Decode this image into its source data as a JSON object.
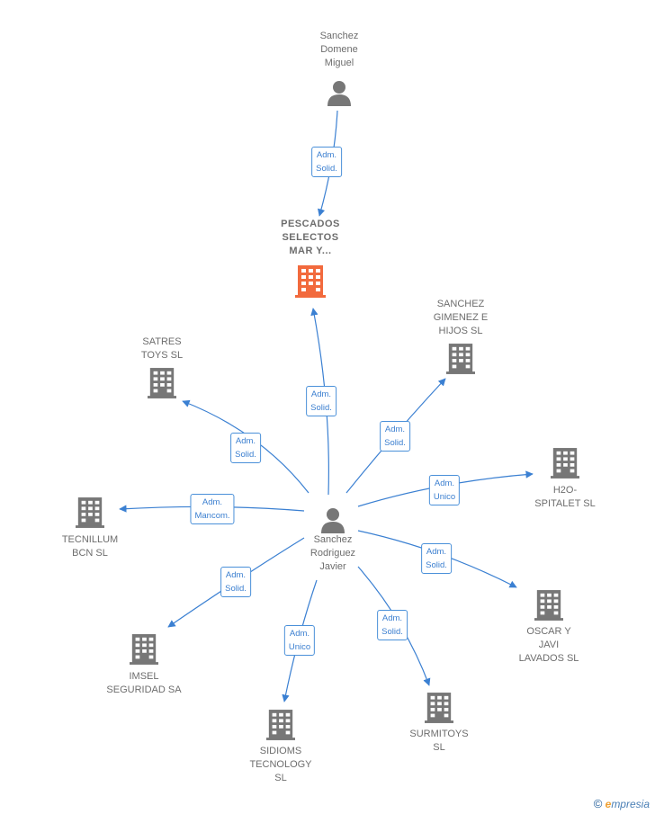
{
  "colors": {
    "edge": "#3b80d2",
    "node": "#777777",
    "focus": "#f26a3d",
    "edge_label_text": "#3b7fd0"
  },
  "people": {
    "top": {
      "name": "Sanchez\nDomene\nMiguel"
    },
    "center": {
      "name": "Sanchez\nRodriguez\nJavier"
    }
  },
  "companies": {
    "focus": {
      "name": "PESCADOS\nSELECTOS\nMAR Y..."
    },
    "satres": {
      "name": "SATRES\nTOYS  SL"
    },
    "sanchez_gimenez": {
      "name": "SANCHEZ\nGIMENEZ E\nHIJOS  SL"
    },
    "tecnillum": {
      "name": "TECNILLUM\nBCN  SL"
    },
    "h2o": {
      "name": "H2O-\nSPITALET  SL"
    },
    "imsel": {
      "name": "IMSEL\nSEGURIDAD SA"
    },
    "oscar": {
      "name": "OSCAR Y\nJAVI\nLAVADOS  SL"
    },
    "sidioms": {
      "name": "SIDIOMS\nTECNOLOGY\nSL"
    },
    "surmitoys": {
      "name": "SURMITOYS\nSL"
    }
  },
  "edges": {
    "top_to_focus": "Adm.\nSolid.",
    "center_to_focus": "Adm.\nSolid.",
    "center_to_satres": "Adm.\nSolid.",
    "center_to_sanchez_gimenez": "Adm.\nSolid.",
    "center_to_tecnillum": "Adm.\nMancom.",
    "center_to_h2o": "Adm.\nUnico",
    "center_to_imsel": "Adm.\nSolid.",
    "center_to_oscar": "Adm.\nSolid.",
    "center_to_sidioms": "Adm.\nUnico",
    "center_to_surmitoys": "Adm.\nSolid."
  },
  "brand": {
    "copyright": "©",
    "e": "e",
    "rest": "mpresia"
  }
}
